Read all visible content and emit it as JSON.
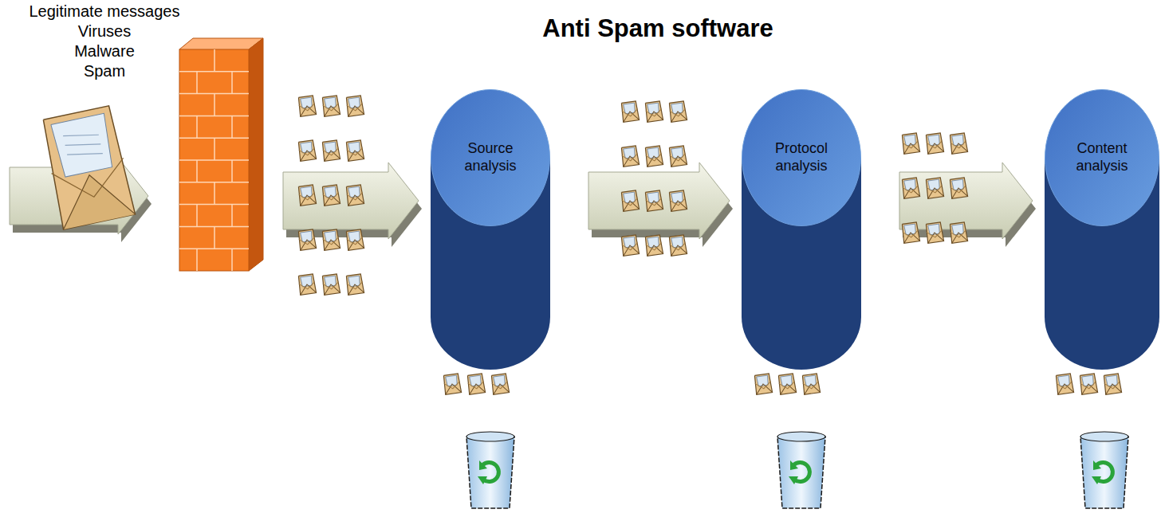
{
  "diagram": {
    "title": "Anti Spam software",
    "nodes": [
      {
        "text": [
          "Source analysis"
        ]
      },
      {
        "text": [
          "Protocol analysis"
        ]
      },
      {
        "text": [
          "Content analysis"
        ]
      }
    ],
    "edges": [
      {
        "from": 0,
        "to": 1,
        "arrow": "to"
      },
      {
        "from": 1,
        "to": 2,
        "arrow": "to"
      }
    ],
    "labels": [
      "Legitimate messages",
      "Viruses",
      "Malware",
      "Spam"
    ]
  }
}
